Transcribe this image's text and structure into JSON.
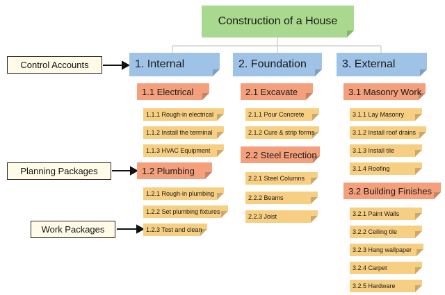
{
  "root": "Construction of a House",
  "callouts": {
    "control_accounts": "Control Accounts",
    "planning_packages": "Planning Packages",
    "work_packages": "Work Packages"
  },
  "columns": [
    {
      "label": "1. Internal",
      "groups": [
        {
          "label": "1.1 Electrical",
          "items": [
            "1.1.1 Rough-in electrical",
            "1.1.2 Install the terminal",
            "1.1.3 HVAC Equipment"
          ]
        },
        {
          "label": "1.2 Plumbing",
          "items": [
            "1.2.1 Rough-in plumbing",
            "1.2.2 Set plumbing fixtures",
            "1.2.3 Test and clean"
          ]
        }
      ]
    },
    {
      "label": "2. Foundation",
      "groups": [
        {
          "label": "2.1 Excavate",
          "items": [
            "2.1.1 Pour Concrete",
            "2.1.2 Cure & strip forms"
          ]
        },
        {
          "label": "2.2 Steel Erection",
          "items": [
            "2.2.1 Steel Columns",
            "2.2.2 Beams",
            "2.2.3 Joist"
          ]
        }
      ]
    },
    {
      "label": "3. External",
      "groups": [
        {
          "label": "3.1 Masonry Work",
          "items": [
            "3.1.1 Lay Masonry",
            "3.1.2 Install roof drains",
            "3.1.3 Install tile",
            "3.1.4 Roofing"
          ]
        },
        {
          "label": "3.2 Building Finishes",
          "items": [
            "3.2.1 Paint Walls",
            "3.2.2 Ceiling tile",
            "3.2.3 Hang wallpaper",
            "3.2.4 Carpet",
            "3.2.5 Hardware"
          ]
        }
      ]
    }
  ],
  "colors": {
    "root": "#a9d98f",
    "level1": "#9ec3e6",
    "level2": "#f4a07c",
    "level3": "#f7cf83",
    "callout_bg": "#fffbe6"
  }
}
